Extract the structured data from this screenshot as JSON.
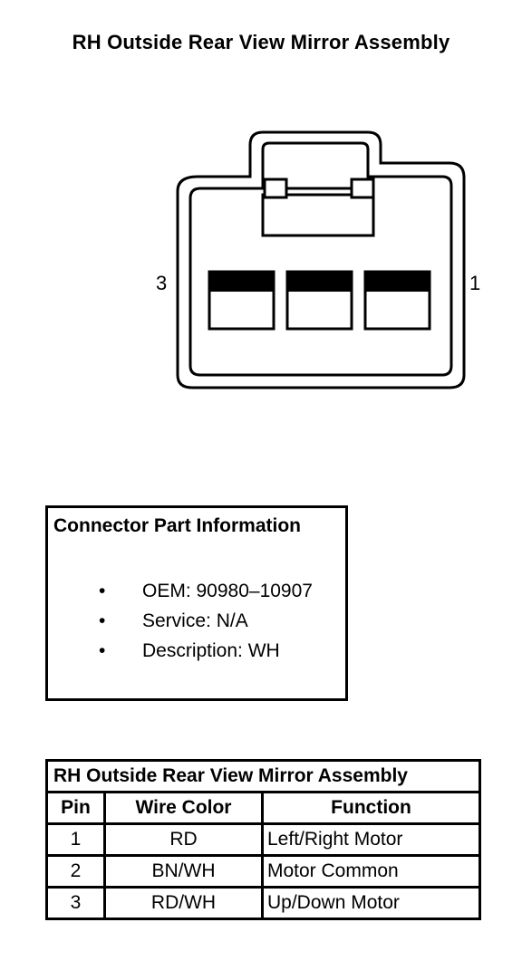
{
  "title": "RH Outside Rear View Mirror Assembly",
  "connector": {
    "pin_label_left": "3",
    "pin_label_right": "1"
  },
  "info": {
    "heading": "Connector Part Information",
    "items": [
      {
        "bullet": "•",
        "text": "OEM: 90980–10907"
      },
      {
        "bullet": "•",
        "text": "Service: N/A"
      },
      {
        "bullet": "•",
        "text": "Description: WH"
      }
    ]
  },
  "table": {
    "title": "RH Outside Rear View Mirror Assembly",
    "headers": [
      "Pin",
      "Wire Color",
      "Function"
    ],
    "rows": [
      {
        "pin": "1",
        "color": "RD",
        "function": "Left/Right Motor"
      },
      {
        "pin": "2",
        "color": "BN/WH",
        "function": "Motor Common"
      },
      {
        "pin": "3",
        "color": "RD/WH",
        "function": "Up/Down Motor"
      }
    ]
  }
}
